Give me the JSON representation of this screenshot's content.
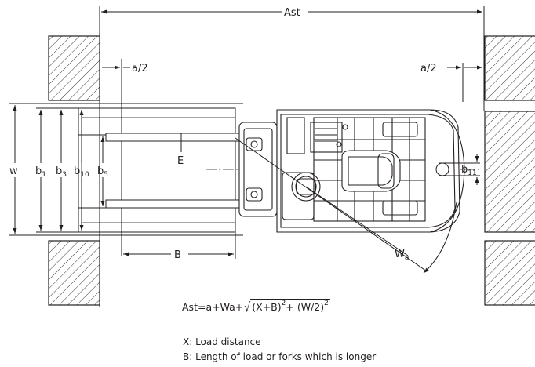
{
  "labels": {
    "ast": "Ast",
    "a_half": "a/2",
    "w": "w",
    "b1": {
      "base": "b",
      "sub": "1"
    },
    "b3": {
      "base": "b",
      "sub": "3"
    },
    "b10": {
      "base": "b",
      "sub": "10"
    },
    "b5": {
      "base": "b",
      "sub": "5"
    },
    "b11": {
      "base": "b",
      "sub": "11"
    },
    "e": "E",
    "b": "B",
    "wa": {
      "base": "W",
      "sub": "a"
    }
  },
  "formula": {
    "prefix": "Ast=a+Wa+",
    "term1": "(X+B)",
    "exp1": "2",
    "plus": "+",
    "term2": "(W/2)",
    "exp2": "2"
  },
  "notes": {
    "x": "X: Load distance",
    "b": "B: Length of load or forks which is longer"
  }
}
